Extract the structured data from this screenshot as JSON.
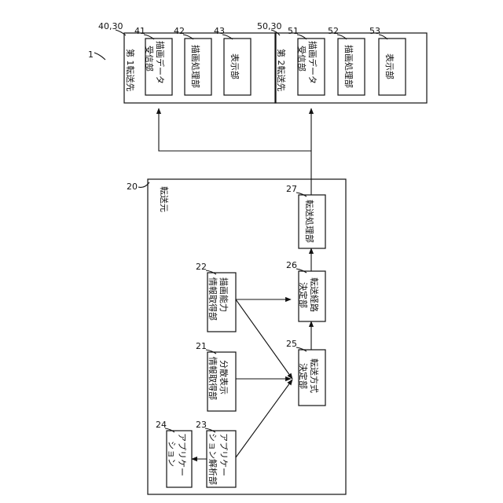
{
  "system": {
    "ref": "1"
  },
  "transfer_source": {
    "ref": "20",
    "title": "転送元",
    "blocks": {
      "b21": {
        "ref": "21",
        "lines": [
          "分散表示",
          "情報取得部"
        ]
      },
      "b22": {
        "ref": "22",
        "lines": [
          "描画能力",
          "情報取得部"
        ]
      },
      "b23": {
        "ref": "23",
        "lines": [
          "アプリケー",
          "ション解析部"
        ]
      },
      "b24": {
        "ref": "24",
        "lines": [
          "アプリケー",
          "ション"
        ]
      },
      "b25": {
        "ref": "25",
        "lines": [
          "転送方式",
          "決定部"
        ]
      },
      "b26": {
        "ref": "26",
        "lines": [
          "転送経路",
          "決定部"
        ]
      },
      "b27": {
        "ref": "27",
        "lines": [
          "転送処理部"
        ]
      }
    }
  },
  "dest1": {
    "ref": "40,30",
    "title": "第 1転送先",
    "blocks": {
      "b41": {
        "ref": "41",
        "lines": [
          "描画データ",
          "受信部"
        ]
      },
      "b42": {
        "ref": "42",
        "lines": [
          "描画処理部"
        ]
      },
      "b43": {
        "ref": "43",
        "lines": [
          "表示部"
        ]
      }
    }
  },
  "dest2": {
    "ref": "50,30",
    "title": "第 2転送先",
    "blocks": {
      "b51": {
        "ref": "51",
        "lines": [
          "描画データ",
          "受信部"
        ]
      },
      "b52": {
        "ref": "52",
        "lines": [
          "描画処理部"
        ]
      },
      "b53": {
        "ref": "53",
        "lines": [
          "表示部"
        ]
      }
    }
  }
}
